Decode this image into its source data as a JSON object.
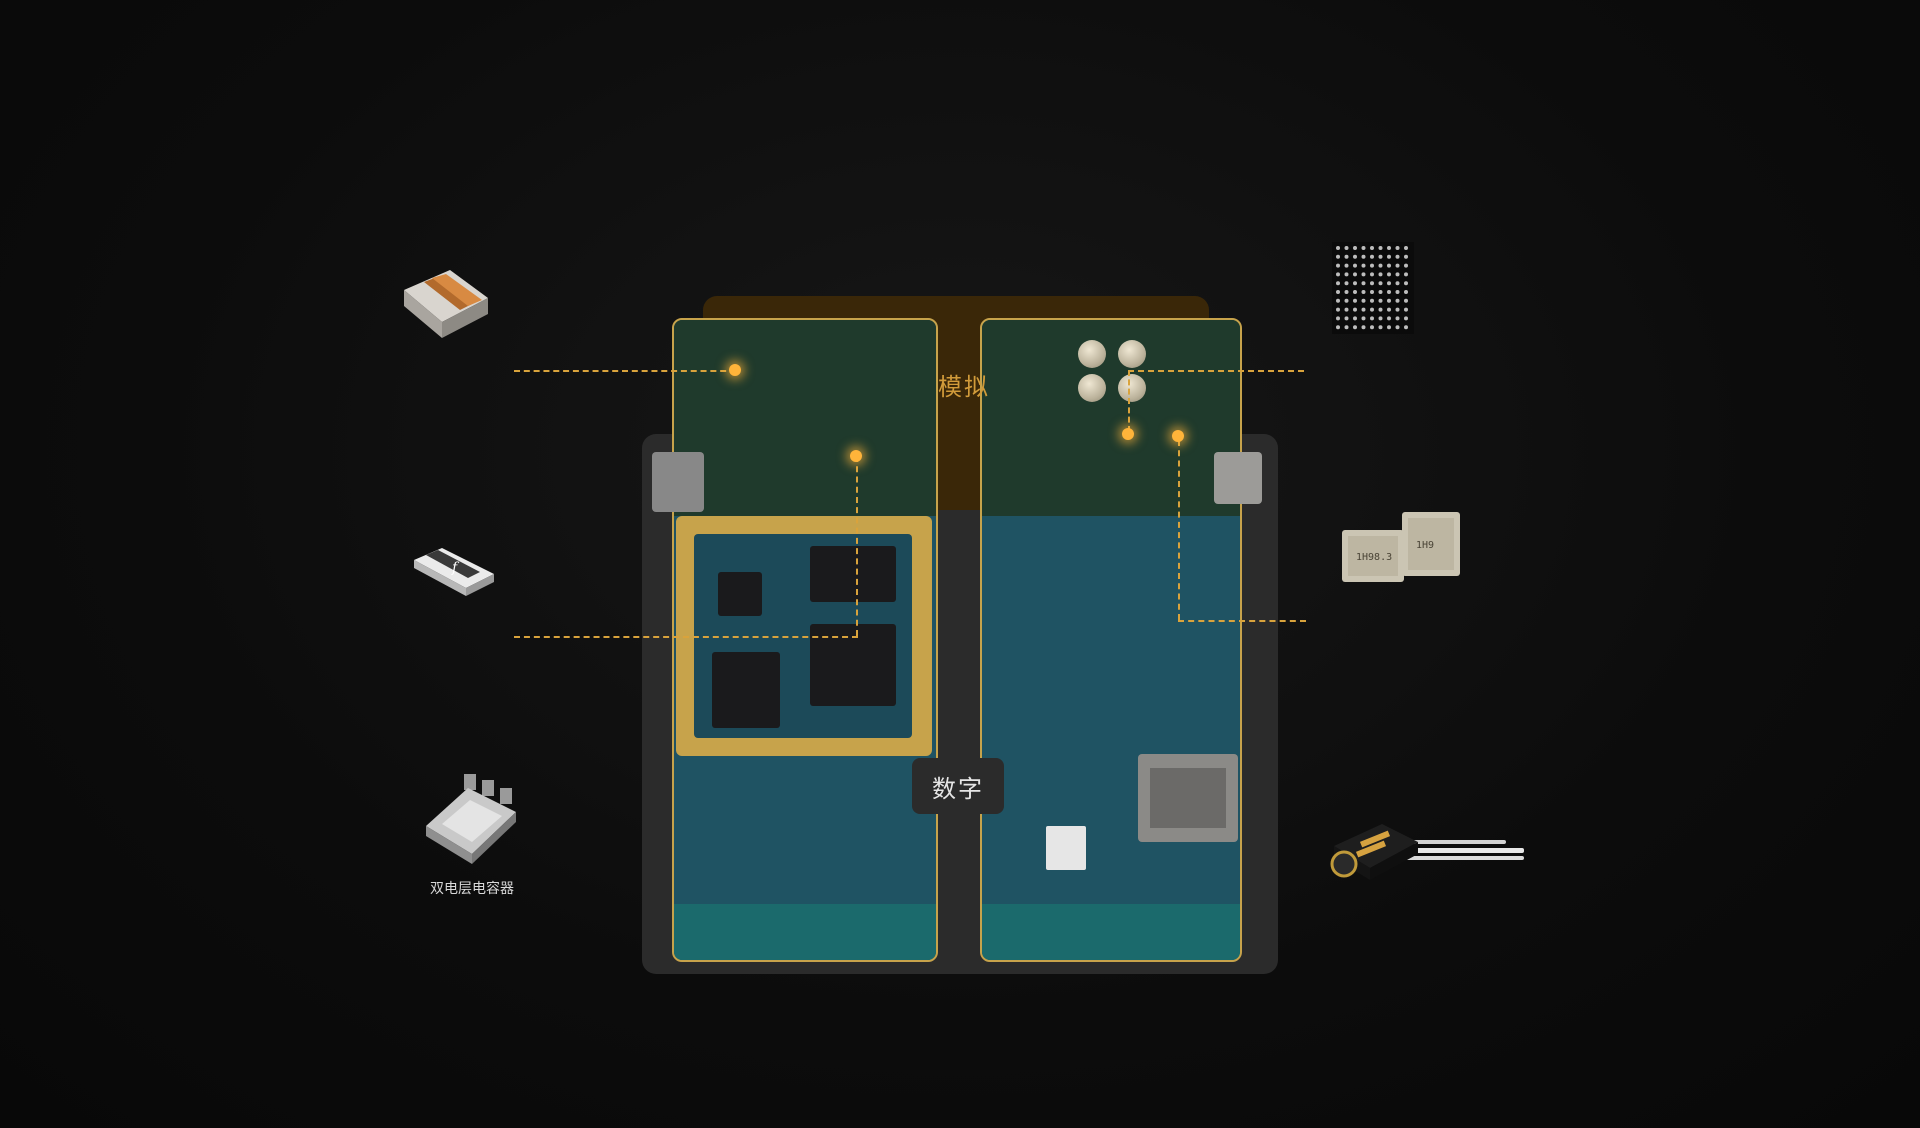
{
  "zones": {
    "analog_label": "模拟",
    "digital_label": "数字"
  },
  "components": {
    "supercapacitor_caption": "双电层电容器"
  },
  "colors": {
    "background": "#0b0b0b",
    "analog_zone": "#3a2708",
    "digital_zone": "#2b2b2b",
    "pcb_green": "#1f5363",
    "gold_shield": "#c7a34b",
    "callout_line": "#d9a33c",
    "analog_label": "#d19b3a"
  },
  "icons": {
    "inductor": "wirewound-inductor-icon",
    "fuse": "smd-fuse-icon",
    "supercap": "supercapacitor-icon",
    "bga": "bga-ball-grid-icon",
    "oscillator": "crystal-oscillator-icon",
    "jack": "headphone-jack-icon"
  }
}
